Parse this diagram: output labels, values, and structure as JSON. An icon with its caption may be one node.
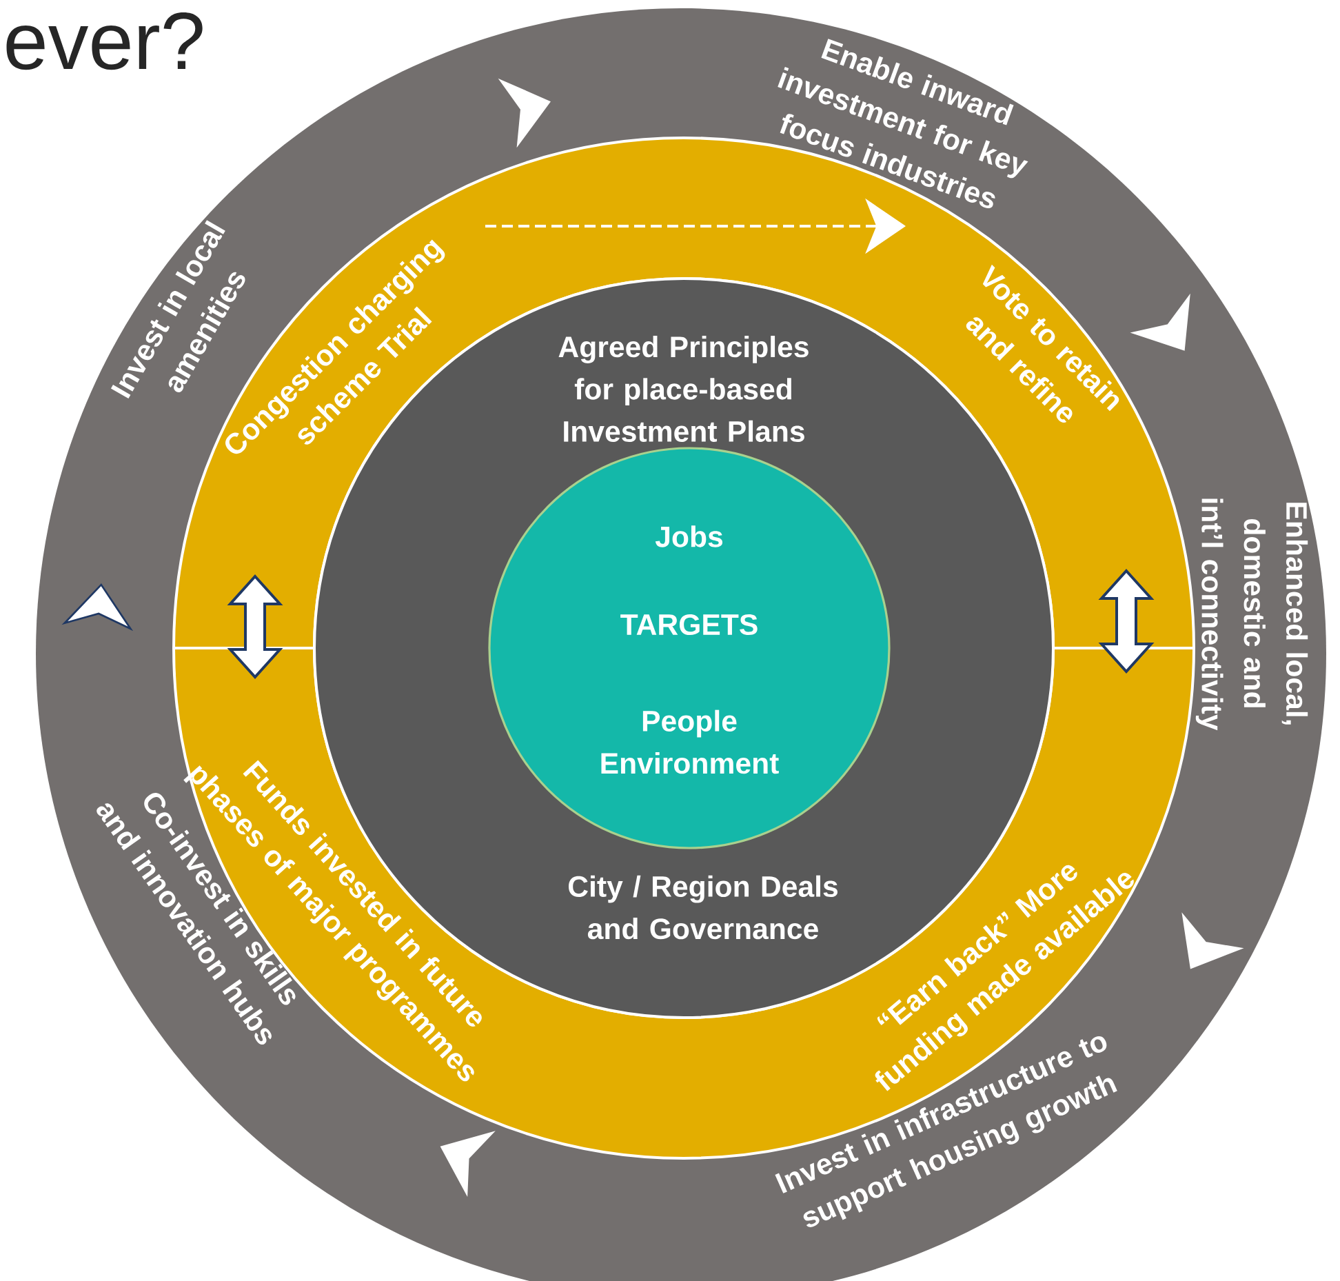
{
  "diagram": {
    "title": "ever?",
    "nodes": [
      {
        "text": [
          "Enable inward investment for key focus industries",
          "Enhanced local, domestic and int’l connectivity",
          "Invest in infrastructure to support housing growth",
          "Co-invest in skills and innovation hubs",
          "Invest in local amenities"
        ]
      },
      {
        "text": [],
        "shape": "band",
        "in": 0
      },
      {
        "text": [
          "Congestion charging scheme Trial"
        ],
        "in": 1
      },
      {
        "text": [
          "Vote to retain and refine"
        ],
        "in": 1
      },
      {
        "text": [],
        "shape": "band",
        "in": 0
      },
      {
        "text": [
          "Funds invested in future phases of major programmes"
        ],
        "in": 4
      },
      {
        "text": [
          "“Earn back” More funding made available"
        ],
        "in": 4
      },
      {
        "text": [
          "Agreed Principles for place-based Investment Plans",
          "City / Region Deals and Governance"
        ],
        "in": 0
      },
      {
        "text": [
          "Jobs",
          "TARGETS",
          "People Environment"
        ],
        "in": 7
      }
    ],
    "edges": [
      {
        "from": 2,
        "to": 3,
        "arrow": "to",
        "style": "dashed"
      },
      {
        "from": 1,
        "to": 4,
        "arrow": "both"
      },
      {
        "from": 1,
        "to": 4,
        "arrow": "both"
      }
    ]
  }
}
